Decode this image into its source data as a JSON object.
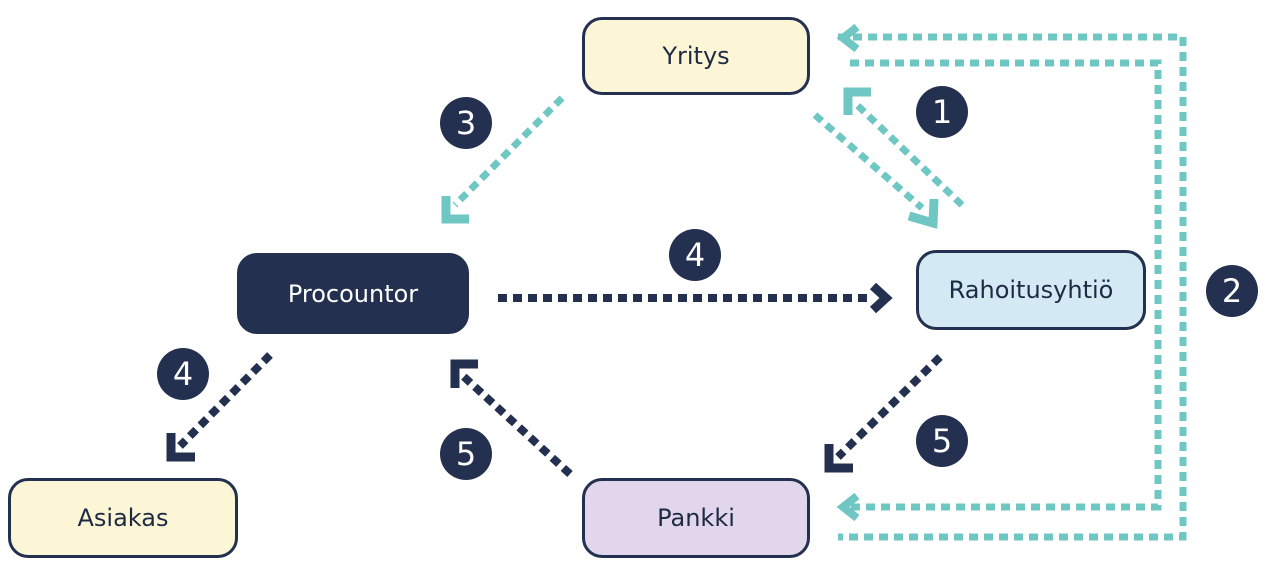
{
  "nodes": {
    "yritys": {
      "label": "Yritys"
    },
    "procountor": {
      "label": "Procountor"
    },
    "rahoitusyhtio": {
      "label": "Rahoitusyhtiö"
    },
    "asiakas": {
      "label": "Asiakas"
    },
    "pankki": {
      "label": "Pankki"
    }
  },
  "badges": {
    "b1": "1",
    "b2": "2",
    "b3": "3",
    "b4_top": "4",
    "b4_left": "4",
    "b5_left": "5",
    "b5_right": "5"
  },
  "colors": {
    "dark": "#24304f",
    "teal": "#6fc7c4",
    "yellow_fill": "#fcf6d6",
    "blue_fill": "#d3e9f3",
    "purple_fill": "#e1d6ec"
  }
}
